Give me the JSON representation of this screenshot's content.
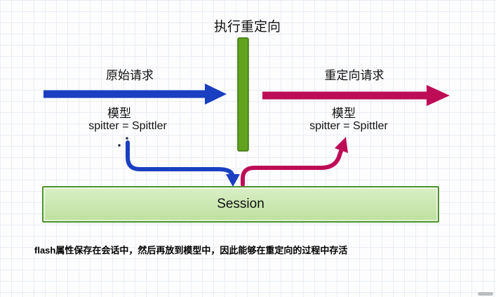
{
  "colors": {
    "blue": "#1a3fc0",
    "crimson": "#bd0d56",
    "bar_fill": "#61a21f",
    "bar_border": "#3f7311",
    "session_fill_top": "#d9efc6",
    "session_fill_bottom": "#bfe09f",
    "session_border": "#4f9430",
    "dot": "#1f2a44"
  },
  "labels": {
    "top_title": "执行重定向",
    "original_request": "原始请求",
    "left_model": "模型",
    "left_spitter": "spitter = Spittler",
    "redirect_request": "重定向请求",
    "right_model": "模型",
    "right_spitter": "spitter = Spittler",
    "session": "Session",
    "caption": "flash属性保存在会话中，然后再放到模型中，因此能够在重定向的过程中存活"
  }
}
